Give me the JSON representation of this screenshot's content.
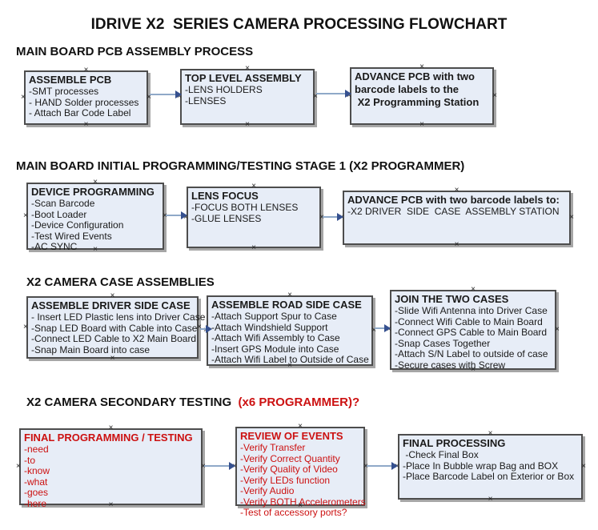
{
  "title": "IDRIVE X2  SERIES CAMERA PROCESSING FLOWCHART",
  "colors": {
    "box_fill": "#e7edf7",
    "box_border": "#4d4d4d",
    "box_shadow": "#a6a6a6",
    "red_text": "#cc1111",
    "connector_line": "#8fa9c8",
    "connector_arrow": "#35508f",
    "background": "#ffffff"
  },
  "sections": [
    {
      "heading": "MAIN BOARD PCB ASSEMBLY PROCESS",
      "heading_red": "",
      "boxes": [
        {
          "title": "ASSEMBLE PCB",
          "items": [
            "-SMT processes",
            "- HAND Solder processes",
            "- Attach Bar Code Label"
          ]
        },
        {
          "title": "TOP LEVEL ASSEMBLY",
          "items": [
            "-LENS HOLDERS",
            "-LENSES"
          ]
        },
        {
          "title": "ADVANCE PCB with two",
          "items": [
            "barcode labels to the",
            " X2 Programming Station"
          ]
        }
      ]
    },
    {
      "heading": "MAIN BOARD INITIAL PROGRAMMING/TESTING STAGE 1 (X2 PROGRAMMER)",
      "heading_red": "",
      "boxes": [
        {
          "title": "DEVICE PROGRAMMING",
          "items": [
            "-Scan Barcode",
            "-Boot Loader",
            "-Device Configuration",
            "-Test Wired Events",
            "-AC SYNC"
          ]
        },
        {
          "title": "LENS FOCUS",
          "items": [
            "-FOCUS BOTH LENSES",
            "-GLUE LENSES"
          ]
        },
        {
          "title": "ADVANCE PCB with two barcode labels to:",
          "items": [
            "-X2 DRIVER  SIDE  CASE  ASSEMBLY STATION"
          ]
        }
      ]
    },
    {
      "heading": "X2 CAMERA CASE ASSEMBLIES",
      "heading_red": "",
      "boxes": [
        {
          "title": "ASSEMBLE DRIVER SIDE CASE",
          "items": [
            "- Insert LED Plastic lens into Driver Case",
            "-Snap LED Board with Cable into Case",
            "-Connect LED Cable to X2 Main Board",
            "-Snap Main Board into case"
          ]
        },
        {
          "title": "ASSEMBLE ROAD SIDE CASE",
          "items": [
            "-Attach Support Spur to Case",
            "-Attach Windshield Support",
            "-Attach Wifi Assembly to Case",
            "-Insert GPS Module into Case",
            "-Attach Wifi Label to Outside of Case"
          ]
        },
        {
          "title": "JOIN THE TWO CASES",
          "items": [
            "-Slide Wifi Antenna into Driver Case",
            "-Connect Wifi Cable to Main Board",
            "-Connect GPS Cable to Main Board",
            "-Snap Cases Together",
            "-Attach S/N Label to outside of case",
            "-Secure cases with Screw"
          ]
        }
      ]
    },
    {
      "heading": "X2 CAMERA SECONDARY TESTING ",
      "heading_red": " (x6 PROGRAMMER)?",
      "boxes": [
        {
          "title": "FINAL PROGRAMMING / TESTING",
          "items": [
            "-need",
            "-to",
            "-know",
            "-what",
            "-goes",
            "-here"
          ]
        },
        {
          "title": "REVIEW OF EVENTS",
          "items": [
            "-Verify Transfer",
            "-Verify Correct Quantity",
            "-Verify Quality of Video",
            "-Verify LEDs function",
            "-Verify Audio",
            "-Verify BOTH Accelerometers",
            "-Test of accessory ports?"
          ]
        },
        {
          "title": "FINAL PROCESSING",
          "items": [
            " -Check Final Box",
            "-Place In Bubble wrap Bag and BOX",
            "-Place Barcode Label on Exterior or Box"
          ]
        }
      ]
    }
  ]
}
